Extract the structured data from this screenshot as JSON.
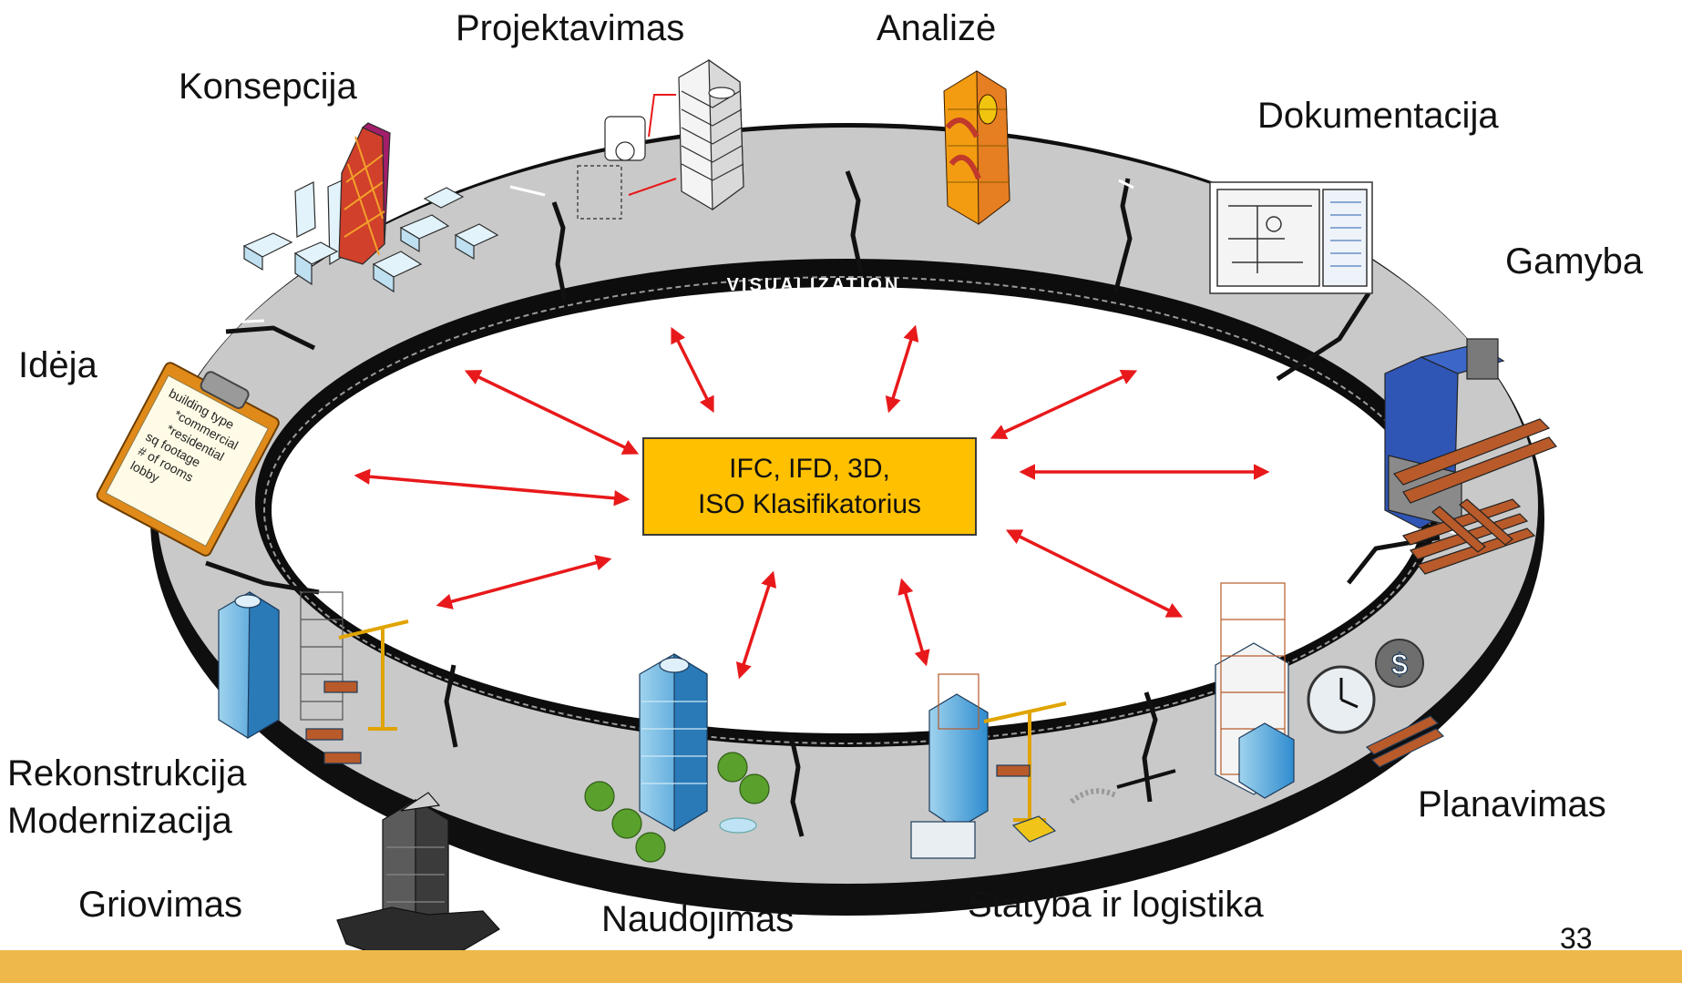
{
  "center_box": {
    "line1": "IFC, IFD, 3D,",
    "line2": "ISO Klasifikatorius"
  },
  "ring_label": "VISUALIZATION",
  "stages": {
    "projektavimas": "Projektavimas",
    "analize": "Analizė",
    "konsepcija": "Konsepcija",
    "dokumentacija": "Dokumentacija",
    "gamyba": "Gamyba",
    "ideja": "Idėja",
    "rekonstrukcija": "Rekonstrukcija",
    "modernizacija": "Modernizacija",
    "griovimas": "Griovimas",
    "naudojimas": "Naudojimas",
    "statyba": "Statyba ir logistika",
    "planavimas": "Planavimas"
  },
  "clipboard": {
    "lines": [
      "building type",
      "*commercial",
      "*residential",
      "sq footage",
      "# of rooms",
      "lobby"
    ]
  },
  "page_number": "33",
  "colors": {
    "arrow": "#e8191b",
    "center_fill": "#ffc000",
    "ring_top": "#c7c7c7",
    "ring_band": "#111111",
    "footer": "#efb84a"
  }
}
